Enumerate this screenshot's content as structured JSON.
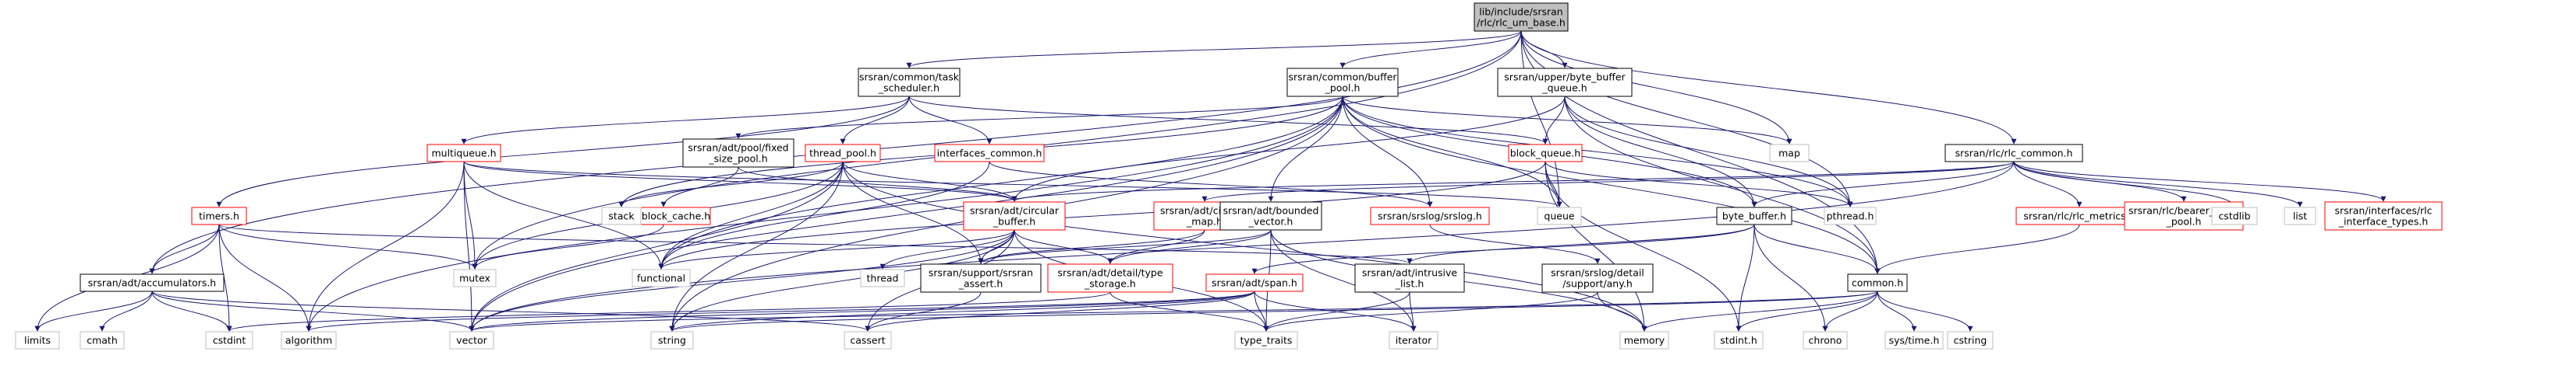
{
  "colors": {
    "edge": "#191970",
    "root_fill": "#bfbfbf",
    "box_stroke_black": "#000000",
    "box_stroke_red": "#ff0000",
    "box_stroke_grey": "#bfbfbf",
    "text": "#000000",
    "background": "#ffffff"
  },
  "nodes": [
    {
      "id": "root",
      "lines": [
        "lib/include/srsran",
        "/rlc/rlc_um_base.h"
      ],
      "style": "root"
    },
    {
      "id": "task_scheduler",
      "lines": [
        "srsran/common/task",
        "_scheduler.h"
      ],
      "style": "black"
    },
    {
      "id": "buffer_pool",
      "lines": [
        "srsran/common/buffer",
        "_pool.h"
      ],
      "style": "black"
    },
    {
      "id": "byte_buffer_queue",
      "lines": [
        "srsran/upper/byte_buffer",
        "_queue.h"
      ],
      "style": "black"
    },
    {
      "id": "timers",
      "lines": [
        "timers.h"
      ],
      "style": "red"
    },
    {
      "id": "multiqueue",
      "lines": [
        "multiqueue.h"
      ],
      "style": "red"
    },
    {
      "id": "fixed_size_pool",
      "lines": [
        "srsran/adt/pool/fixed",
        "_size_pool.h"
      ],
      "style": "black"
    },
    {
      "id": "thread_pool",
      "lines": [
        "thread_pool.h"
      ],
      "style": "red"
    },
    {
      "id": "interfaces_common",
      "lines": [
        "interfaces_common.h"
      ],
      "style": "red"
    },
    {
      "id": "block_queue",
      "lines": [
        "block_queue.h"
      ],
      "style": "red"
    },
    {
      "id": "map",
      "lines": [
        "map"
      ],
      "style": "grey"
    },
    {
      "id": "rlc_common",
      "lines": [
        "srsran/rlc/rlc_common.h"
      ],
      "style": "black"
    },
    {
      "id": "memblock_cache",
      "lines": [
        "memblock_cache.h"
      ],
      "style": "red"
    },
    {
      "id": "circular_buffer",
      "lines": [
        "srsran/adt/circular",
        "_buffer.h"
      ],
      "style": "red"
    },
    {
      "id": "circular_map",
      "lines": [
        "srsran/adt/circular",
        "_map.h"
      ],
      "style": "red"
    },
    {
      "id": "bounded_vector",
      "lines": [
        "srsran/adt/bounded",
        "_vector.h"
      ],
      "style": "black"
    },
    {
      "id": "srslog",
      "lines": [
        "srsran/srslog/srslog.h"
      ],
      "style": "red"
    },
    {
      "id": "stack",
      "lines": [
        "stack"
      ],
      "style": "grey"
    },
    {
      "id": "queue",
      "lines": [
        "queue"
      ],
      "style": "grey"
    },
    {
      "id": "byte_buffer",
      "lines": [
        "byte_buffer.h"
      ],
      "style": "black"
    },
    {
      "id": "pthread",
      "lines": [
        "pthread.h"
      ],
      "style": "grey"
    },
    {
      "id": "rlc_metrics",
      "lines": [
        "srsran/rlc/rlc_metrics.h"
      ],
      "style": "red"
    },
    {
      "id": "bearer_mem_pool",
      "lines": [
        "srsran/rlc/bearer_mem",
        "_pool.h"
      ],
      "style": "red"
    },
    {
      "id": "cstdlib",
      "lines": [
        "cstdlib"
      ],
      "style": "grey"
    },
    {
      "id": "list",
      "lines": [
        "list"
      ],
      "style": "grey"
    },
    {
      "id": "interface_types",
      "lines": [
        "srsran/interfaces/rlc",
        "_interface_types.h"
      ],
      "style": "red"
    },
    {
      "id": "accumulators",
      "lines": [
        "srsran/adt/accumulators.h"
      ],
      "style": "black"
    },
    {
      "id": "mutex",
      "lines": [
        "mutex"
      ],
      "style": "grey"
    },
    {
      "id": "functional",
      "lines": [
        "functional"
      ],
      "style": "grey"
    },
    {
      "id": "thread",
      "lines": [
        "thread"
      ],
      "style": "grey"
    },
    {
      "id": "srsran_assert",
      "lines": [
        "srsran/support/srsran",
        "_assert.h"
      ],
      "style": "black"
    },
    {
      "id": "type_storage",
      "lines": [
        "srsran/adt/detail/type",
        "_storage.h"
      ],
      "style": "red"
    },
    {
      "id": "span",
      "lines": [
        "srsran/adt/span.h"
      ],
      "style": "red"
    },
    {
      "id": "intrusive_list",
      "lines": [
        "srsran/adt/intrusive",
        "_list.h"
      ],
      "style": "black"
    },
    {
      "id": "any",
      "lines": [
        "srsran/srslog/detail",
        "/support/any.h"
      ],
      "style": "black"
    },
    {
      "id": "common_h",
      "lines": [
        "common.h"
      ],
      "style": "black"
    },
    {
      "id": "limits",
      "lines": [
        "limits"
      ],
      "style": "grey"
    },
    {
      "id": "cmath",
      "lines": [
        "cmath"
      ],
      "style": "grey"
    },
    {
      "id": "cstdint",
      "lines": [
        "cstdint"
      ],
      "style": "grey"
    },
    {
      "id": "algorithm",
      "lines": [
        "algorithm"
      ],
      "style": "grey"
    },
    {
      "id": "vector",
      "lines": [
        "vector"
      ],
      "style": "grey"
    },
    {
      "id": "string",
      "lines": [
        "string"
      ],
      "style": "grey"
    },
    {
      "id": "cassert",
      "lines": [
        "cassert"
      ],
      "style": "grey"
    },
    {
      "id": "type_traits",
      "lines": [
        "type_traits"
      ],
      "style": "grey"
    },
    {
      "id": "iterator",
      "lines": [
        "iterator"
      ],
      "style": "grey"
    },
    {
      "id": "memory",
      "lines": [
        "memory"
      ],
      "style": "grey"
    },
    {
      "id": "stdint",
      "lines": [
        "stdint.h"
      ],
      "style": "grey"
    },
    {
      "id": "chrono",
      "lines": [
        "chrono"
      ],
      "style": "grey"
    },
    {
      "id": "systime",
      "lines": [
        "sys/time.h"
      ],
      "style": "grey"
    },
    {
      "id": "cstring",
      "lines": [
        "cstring"
      ],
      "style": "grey"
    }
  ],
  "edges": [
    [
      "root",
      "task_scheduler"
    ],
    [
      "root",
      "buffer_pool"
    ],
    [
      "root",
      "byte_buffer_queue"
    ],
    [
      "root",
      "accumulators"
    ],
    [
      "root",
      "mutex"
    ],
    [
      "root",
      "map"
    ],
    [
      "root",
      "pthread"
    ],
    [
      "root",
      "queue"
    ],
    [
      "root",
      "rlc_common"
    ],
    [
      "root",
      "common_h"
    ],
    [
      "task_scheduler",
      "timers"
    ],
    [
      "task_scheduler",
      "multiqueue"
    ],
    [
      "task_scheduler",
      "thread_pool"
    ],
    [
      "task_scheduler",
      "interfaces_common"
    ],
    [
      "task_scheduler",
      "block_queue"
    ],
    [
      "buffer_pool",
      "fixed_size_pool"
    ],
    [
      "buffer_pool",
      "bounded_vector"
    ],
    [
      "buffer_pool",
      "srslog"
    ],
    [
      "buffer_pool",
      "byte_buffer"
    ],
    [
      "buffer_pool",
      "map"
    ],
    [
      "buffer_pool",
      "pthread"
    ],
    [
      "buffer_pool",
      "stack"
    ],
    [
      "buffer_pool",
      "algorithm"
    ],
    [
      "buffer_pool",
      "string"
    ],
    [
      "buffer_pool",
      "vector"
    ],
    [
      "buffer_pool",
      "functional"
    ],
    [
      "buffer_pool",
      "queue"
    ],
    [
      "buffer_pool",
      "common_h"
    ],
    [
      "byte_buffer_queue",
      "block_queue"
    ],
    [
      "byte_buffer_queue",
      "byte_buffer"
    ],
    [
      "byte_buffer_queue",
      "circular_buffer"
    ],
    [
      "byte_buffer_queue",
      "pthread"
    ],
    [
      "byte_buffer_queue",
      "common_h"
    ],
    [
      "timers",
      "accumulators"
    ],
    [
      "timers",
      "mutex"
    ],
    [
      "timers",
      "intrusive_list"
    ],
    [
      "timers",
      "limits"
    ],
    [
      "timers",
      "cstdint"
    ],
    [
      "timers",
      "algorithm"
    ],
    [
      "multiqueue",
      "circular_buffer"
    ],
    [
      "multiqueue",
      "mutex"
    ],
    [
      "multiqueue",
      "functional"
    ],
    [
      "multiqueue",
      "algorithm"
    ],
    [
      "multiqueue",
      "vector"
    ],
    [
      "multiqueue",
      "queue"
    ],
    [
      "fixed_size_pool",
      "memblock_cache"
    ],
    [
      "fixed_size_pool",
      "circular_buffer"
    ],
    [
      "thread_pool",
      "circular_buffer"
    ],
    [
      "thread_pool",
      "mutex"
    ],
    [
      "thread_pool",
      "stack"
    ],
    [
      "thread_pool",
      "functional"
    ],
    [
      "thread_pool",
      "string"
    ],
    [
      "thread_pool",
      "vector"
    ],
    [
      "thread_pool",
      "srsran_assert"
    ],
    [
      "thread_pool",
      "memory"
    ],
    [
      "interfaces_common",
      "srslog"
    ],
    [
      "interfaces_common",
      "functional"
    ],
    [
      "block_queue",
      "queue"
    ],
    [
      "block_queue",
      "pthread"
    ],
    [
      "block_queue",
      "memory"
    ],
    [
      "block_queue",
      "stdint"
    ],
    [
      "block_queue",
      "functional"
    ],
    [
      "rlc_common",
      "circular_buffer"
    ],
    [
      "rlc_common",
      "circular_map"
    ],
    [
      "rlc_common",
      "rlc_metrics"
    ],
    [
      "rlc_common",
      "bearer_mem_pool"
    ],
    [
      "rlc_common",
      "cstdlib"
    ],
    [
      "rlc_common",
      "list"
    ],
    [
      "rlc_common",
      "interface_types"
    ],
    [
      "rlc_common",
      "byte_buffer"
    ],
    [
      "rlc_common",
      "vector"
    ],
    [
      "memblock_cache",
      "mutex"
    ],
    [
      "circular_buffer",
      "srsran_assert"
    ],
    [
      "circular_buffer",
      "type_storage"
    ],
    [
      "circular_buffer",
      "thread"
    ],
    [
      "circular_buffer",
      "functional"
    ],
    [
      "circular_buffer",
      "cassert"
    ],
    [
      "circular_buffer",
      "string"
    ],
    [
      "circular_buffer",
      "vector"
    ],
    [
      "circular_buffer",
      "type_traits"
    ],
    [
      "circular_map",
      "srsran_assert"
    ],
    [
      "circular_map",
      "type_storage"
    ],
    [
      "bounded_vector",
      "srsran_assert"
    ],
    [
      "bounded_vector",
      "type_storage"
    ],
    [
      "bounded_vector",
      "iterator"
    ],
    [
      "bounded_vector",
      "memory"
    ],
    [
      "bounded_vector",
      "type_traits"
    ],
    [
      "srslog",
      "any"
    ],
    [
      "byte_buffer",
      "span"
    ],
    [
      "byte_buffer",
      "intrusive_list"
    ],
    [
      "byte_buffer",
      "common_h"
    ],
    [
      "byte_buffer",
      "stdint"
    ],
    [
      "byte_buffer",
      "chrono"
    ],
    [
      "rlc_metrics",
      "common_h"
    ],
    [
      "accumulators",
      "limits"
    ],
    [
      "accumulators",
      "cmath"
    ],
    [
      "accumulators",
      "cstdint"
    ],
    [
      "accumulators",
      "cassert"
    ],
    [
      "accumulators",
      "vector"
    ],
    [
      "srsran_assert",
      "cassert"
    ],
    [
      "type_storage",
      "type_traits"
    ],
    [
      "type_storage",
      "cstdint"
    ],
    [
      "span",
      "type_traits"
    ],
    [
      "span",
      "iterator"
    ],
    [
      "span",
      "cassert"
    ],
    [
      "span",
      "string"
    ],
    [
      "span",
      "algorithm"
    ],
    [
      "span",
      "vector"
    ],
    [
      "intrusive_list",
      "type_traits"
    ],
    [
      "intrusive_list",
      "iterator"
    ],
    [
      "any",
      "memory"
    ],
    [
      "any",
      "type_traits"
    ],
    [
      "common_h",
      "memory"
    ],
    [
      "common_h",
      "stdint"
    ],
    [
      "common_h",
      "chrono"
    ],
    [
      "common_h",
      "systime"
    ],
    [
      "common_h",
      "cstring"
    ],
    [
      "common_h",
      "string"
    ],
    [
      "common_h",
      "vector"
    ]
  ]
}
